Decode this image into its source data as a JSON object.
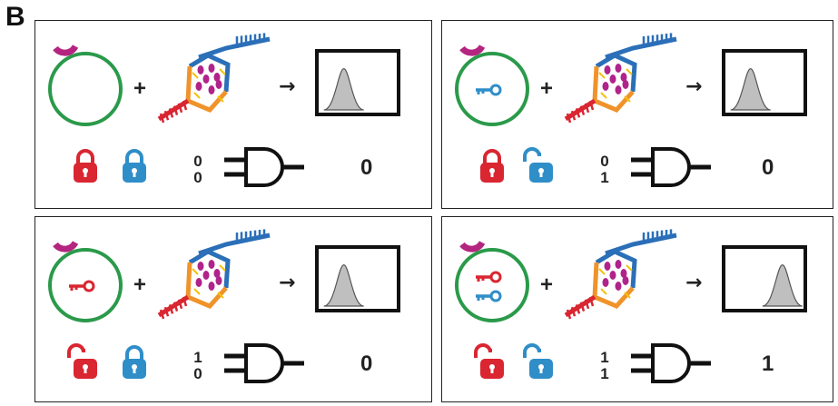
{
  "figure": {
    "panel_label": "B",
    "operator_plus": "+",
    "operator_arrow": "→",
    "colors": {
      "plasmid": "#2a9a4a",
      "origin": "#b4257f",
      "red_key": "#d92631",
      "blue_key": "#2f8ec8",
      "sensor_blue": "#2b6fb8",
      "sensor_orange": "#f0932a",
      "sensor_pink": "#b0238a",
      "histogram_fill": "#bfbfbf"
    },
    "panels": [
      {
        "id": "p00",
        "input_a": "0",
        "input_b": "0",
        "output": "0",
        "red_lock": "locked",
        "blue_lock": "locked",
        "keys": [],
        "peak": "left"
      },
      {
        "id": "p01",
        "input_a": "0",
        "input_b": "1",
        "output": "0",
        "red_lock": "locked",
        "blue_lock": "unlocked",
        "keys": [
          "blue"
        ],
        "peak": "left"
      },
      {
        "id": "p10",
        "input_a": "1",
        "input_b": "0",
        "output": "0",
        "red_lock": "unlocked",
        "blue_lock": "locked",
        "keys": [
          "red"
        ],
        "peak": "left"
      },
      {
        "id": "p11",
        "input_a": "1",
        "input_b": "1",
        "output": "1",
        "red_lock": "unlocked",
        "blue_lock": "unlocked",
        "keys": [
          "red",
          "blue"
        ],
        "peak": "right"
      }
    ]
  }
}
